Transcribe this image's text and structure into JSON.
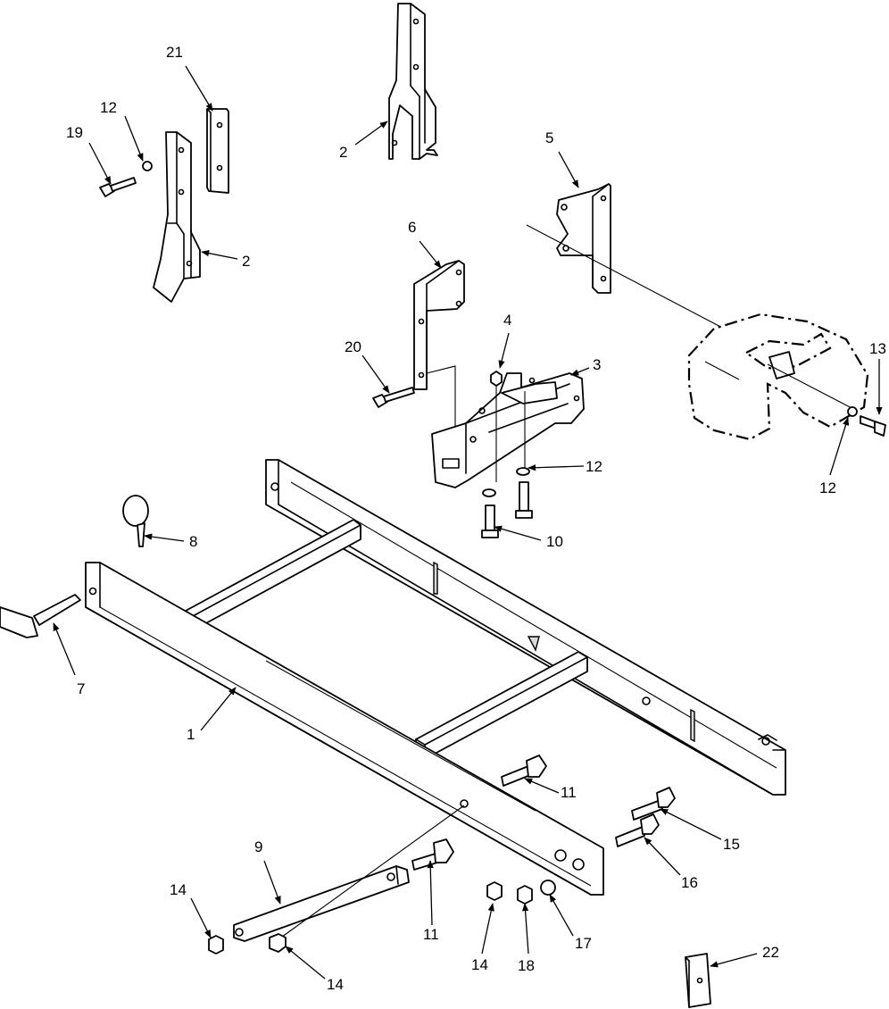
{
  "diagram": {
    "callouts": [
      {
        "id": "c1",
        "text": "1"
      },
      {
        "id": "c2a",
        "text": "2"
      },
      {
        "id": "c2b",
        "text": "2"
      },
      {
        "id": "c3",
        "text": "3"
      },
      {
        "id": "c4",
        "text": "4"
      },
      {
        "id": "c5",
        "text": "5"
      },
      {
        "id": "c6",
        "text": "6"
      },
      {
        "id": "c7",
        "text": "7"
      },
      {
        "id": "c8",
        "text": "8"
      },
      {
        "id": "c9",
        "text": "9"
      },
      {
        "id": "c10",
        "text": "10"
      },
      {
        "id": "c11a",
        "text": "11"
      },
      {
        "id": "c11b",
        "text": "11"
      },
      {
        "id": "c12a",
        "text": "12"
      },
      {
        "id": "c12b",
        "text": "12"
      },
      {
        "id": "c12c",
        "text": "12"
      },
      {
        "id": "c13",
        "text": "13"
      },
      {
        "id": "c14a",
        "text": "14"
      },
      {
        "id": "c14b",
        "text": "14"
      },
      {
        "id": "c14c",
        "text": "14"
      },
      {
        "id": "c15",
        "text": "15"
      },
      {
        "id": "c16",
        "text": "16"
      },
      {
        "id": "c17",
        "text": "17"
      },
      {
        "id": "c18",
        "text": "18"
      },
      {
        "id": "c19",
        "text": "19"
      },
      {
        "id": "c20",
        "text": "20"
      },
      {
        "id": "c21",
        "text": "21"
      },
      {
        "id": "c22",
        "text": "22"
      }
    ]
  }
}
